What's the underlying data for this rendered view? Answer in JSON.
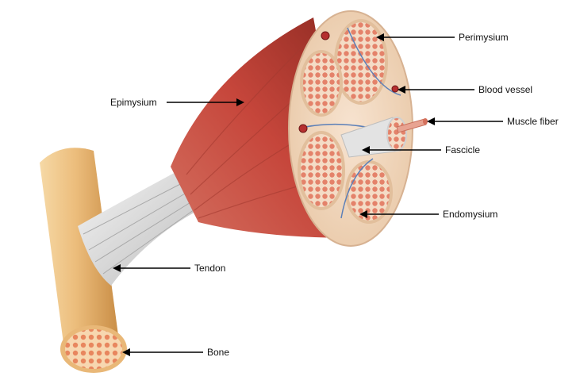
{
  "labels": {
    "perimysium": "Perimysium",
    "blood_vessel": "Blood vessel",
    "epimysium": "Epimysium",
    "muscle_fiber": "Muscle fiber",
    "fascicle": "Fascicle",
    "endomysium": "Endomysium",
    "tendon": "Tendon",
    "bone": "Bone"
  },
  "colors": {
    "muscle": "#c6463b",
    "muscle_dark": "#8e2a22",
    "fascicle_fill": "#f2d6bf",
    "fiber_dot": "#e4826a",
    "perimysium_line": "#5b7fb8",
    "bone": "#e9b878",
    "bone_marrow": "#e8865e",
    "tendon": "#dcdcdc",
    "arrow": "#000000"
  }
}
